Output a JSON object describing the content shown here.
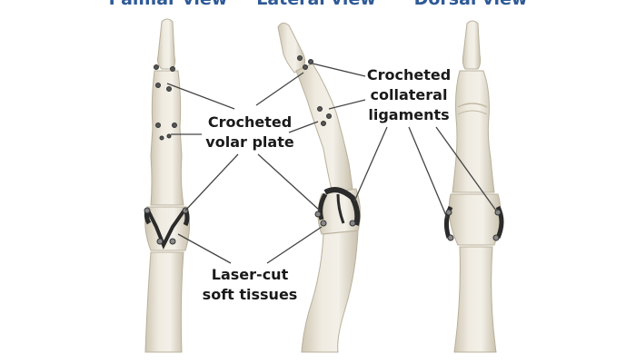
{
  "views": [
    {
      "id": "palmar",
      "title": "Palmar view"
    },
    {
      "id": "lateral",
      "title": "Lateral view"
    },
    {
      "id": "dorsal",
      "title": "Dorsal view"
    }
  ],
  "labels": {
    "volar_plate": [
      "Crocheted",
      "volar plate"
    ],
    "collateral_ligaments": [
      "Crocheted",
      "collateral",
      "ligaments"
    ],
    "soft_tissues": [
      "Laser-cut",
      "soft tissues"
    ]
  },
  "colors": {
    "title": "#2f5a97",
    "bone": "#e9e4d8",
    "bone_shadow": "#c9c1ae",
    "joint_metal": "#3a3a3a",
    "leader_line": "#444444"
  }
}
